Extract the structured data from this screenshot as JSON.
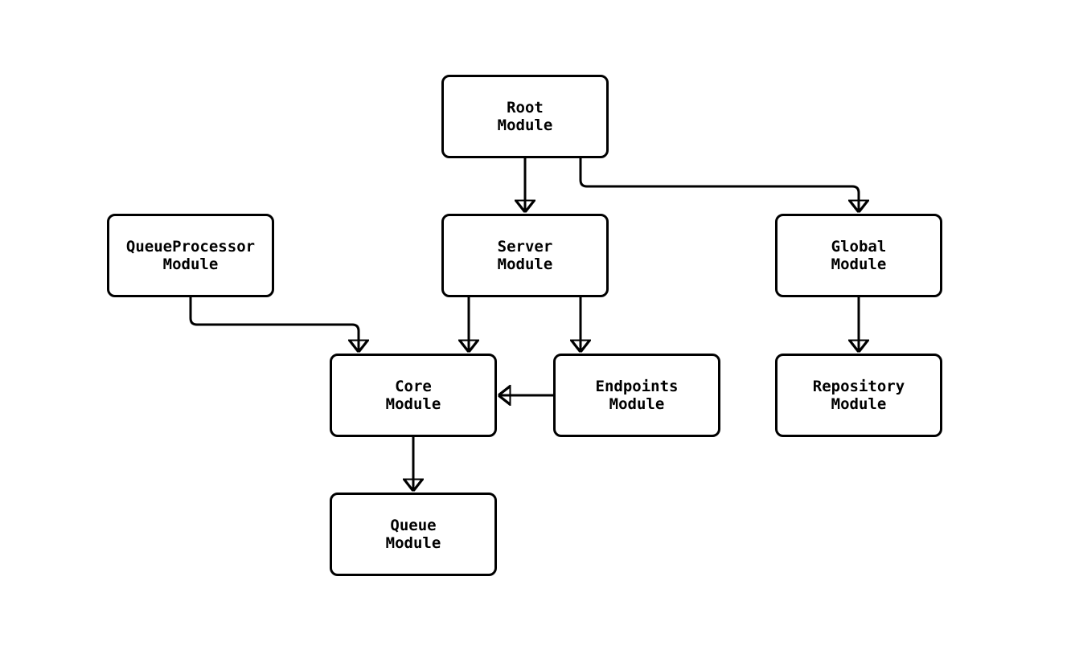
{
  "diagram": {
    "background_color": "#ffffff",
    "node_fill_color": "#ffffff",
    "node_border_color": "#000000",
    "edge_color": "#000000",
    "nodes": {
      "root": {
        "label": "Root\nModule"
      },
      "queueprocessor": {
        "label": "QueueProcessor\nModule"
      },
      "server": {
        "label": "Server\nModule"
      },
      "global": {
        "label": "Global\nModule"
      },
      "core": {
        "label": "Core\nModule"
      },
      "endpoints": {
        "label": "Endpoints\nModule"
      },
      "repository": {
        "label": "Repository\nModule"
      },
      "queue": {
        "label": "Queue\nModule"
      }
    },
    "edges": [
      {
        "from": "root",
        "to": "server"
      },
      {
        "from": "root",
        "to": "global"
      },
      {
        "from": "queueprocessor",
        "to": "core"
      },
      {
        "from": "server",
        "to": "core"
      },
      {
        "from": "server",
        "to": "endpoints"
      },
      {
        "from": "endpoints",
        "to": "core"
      },
      {
        "from": "global",
        "to": "repository"
      },
      {
        "from": "core",
        "to": "queue"
      }
    ]
  }
}
